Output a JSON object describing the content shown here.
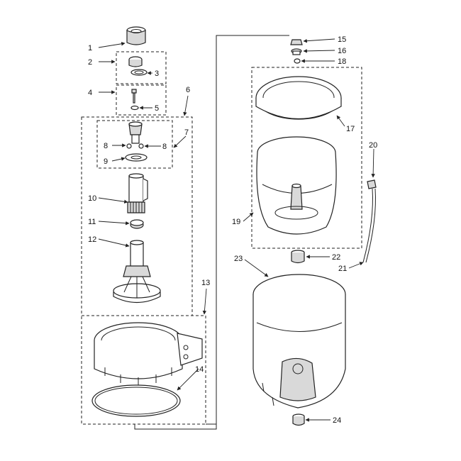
{
  "diagram": {
    "callouts": [
      {
        "id": "c1",
        "label": "1"
      },
      {
        "id": "c2",
        "label": "2"
      },
      {
        "id": "c3",
        "label": "3"
      },
      {
        "id": "c4",
        "label": "4"
      },
      {
        "id": "c5",
        "label": "5"
      },
      {
        "id": "c6",
        "label": "6"
      },
      {
        "id": "c7",
        "label": "7"
      },
      {
        "id": "c8a",
        "label": "8"
      },
      {
        "id": "c8b",
        "label": "8"
      },
      {
        "id": "c9",
        "label": "9"
      },
      {
        "id": "c10",
        "label": "10"
      },
      {
        "id": "c11",
        "label": "11"
      },
      {
        "id": "c12",
        "label": "12"
      },
      {
        "id": "c13",
        "label": "13"
      },
      {
        "id": "c14",
        "label": "14"
      },
      {
        "id": "c15",
        "label": "15"
      },
      {
        "id": "c16",
        "label": "16"
      },
      {
        "id": "c17",
        "label": "17"
      },
      {
        "id": "c18",
        "label": "18"
      },
      {
        "id": "c19",
        "label": "19"
      },
      {
        "id": "c20",
        "label": "20"
      },
      {
        "id": "c21",
        "label": "21"
      },
      {
        "id": "c22",
        "label": "22"
      },
      {
        "id": "c23",
        "label": "23"
      },
      {
        "id": "c24",
        "label": "24"
      }
    ]
  }
}
